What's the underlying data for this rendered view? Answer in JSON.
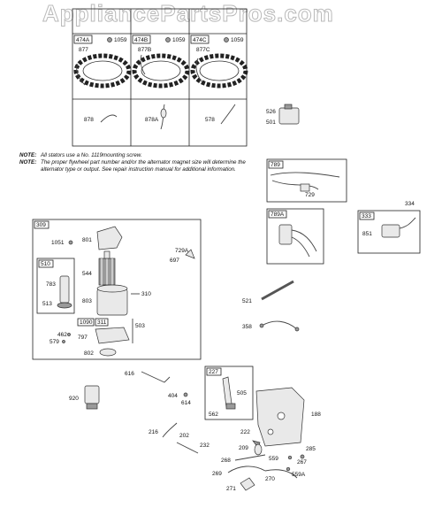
{
  "watermark": "AppliancePartsPros.com",
  "stators": [
    {
      "box": "474A",
      "screw": "1059",
      "part": "877",
      "header": "",
      "lead": "878"
    },
    {
      "box": "474B",
      "screw": "1059",
      "part": "877B",
      "header": "",
      "lead": "878A"
    },
    {
      "box": "474C",
      "screw": "1059",
      "part": "877C",
      "header": "",
      "lead": "578"
    }
  ],
  "notes": {
    "key1": "NOTE:",
    "text1": "All stators use a No. 1119mounting screw.",
    "key2": "NOTE:",
    "text2": "The proper flywheel part number and/or the alternator magnet size will determine the alternator type or output. See repair instruction manual for additional information."
  },
  "labels": {
    "p526": "526",
    "p501": "501",
    "p789": "789",
    "p729": "729",
    "p789A": "789A",
    "p333": "333",
    "p334": "334",
    "p851": "851",
    "p309": "309",
    "p1051": "1051",
    "p801": "801",
    "p729A": "729A",
    "p697": "697",
    "p510": "510",
    "p544": "544",
    "p783": "783",
    "p513": "513",
    "p803": "803",
    "p310": "310",
    "p1090": "1090",
    "p311": "311",
    "p503": "503",
    "p462": "462",
    "p579": "579",
    "p797": "797",
    "p802": "802",
    "p521": "521",
    "p358": "358",
    "p616": "616",
    "p404": "404",
    "p614": "614",
    "p227": "227",
    "p505": "505",
    "p562": "562",
    "p920": "920",
    "p188": "188",
    "p216": "216",
    "p202": "202",
    "p232": "232",
    "p222": "222",
    "p209": "209",
    "p285": "285",
    "p267": "267",
    "p268": "268",
    "p559": "559",
    "p269": "269",
    "p270": "270",
    "p559A": "559A",
    "p271": "271"
  }
}
